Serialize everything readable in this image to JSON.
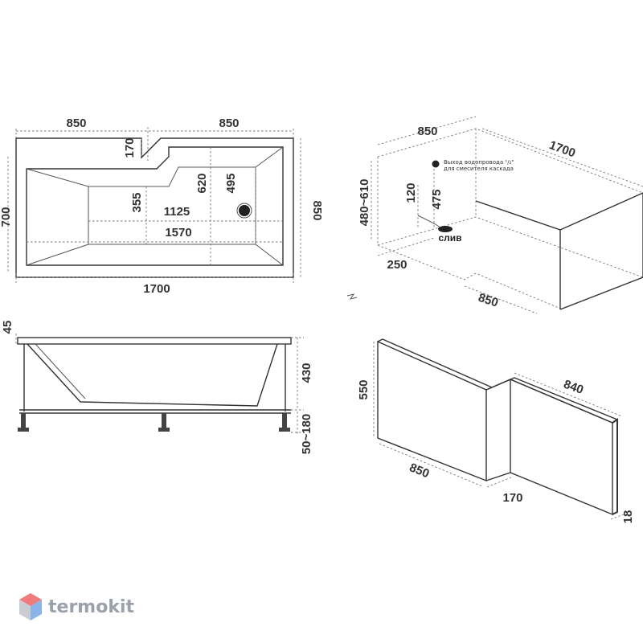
{
  "top_view": {
    "dim_width_left": "850",
    "dim_width_right": "850",
    "dim_step": "170",
    "dim_inner_620": "620",
    "dim_inner_495": "495",
    "dim_355": "355",
    "dim_1125": "1125",
    "dim_1570": "1570",
    "dim_total_width": "1700",
    "dim_height_left": "700",
    "dim_height_right": "850"
  },
  "iso_view": {
    "dim_depth": "850",
    "dim_length": "1700",
    "dim_height_range": "480~610",
    "dim_120": "120",
    "dim_475": "475",
    "dim_250": "250",
    "dim_850_bottom": "850",
    "note_line1": "Выход водопровода ¹/₂\"",
    "note_line2": "для смесителя каскада",
    "drain_label": "слив"
  },
  "side_view": {
    "dim_45": "45",
    "dim_430": "430",
    "dim_legs": "50~180"
  },
  "panel_view": {
    "dim_height": "550",
    "dim_long": "840",
    "dim_front": "850",
    "dim_step": "170",
    "dim_thickness": "18"
  },
  "brand": {
    "name": "termokit",
    "color": "#9aa1ab",
    "accent_top": "#f07b7b",
    "accent_side": "#8ab4e8"
  }
}
